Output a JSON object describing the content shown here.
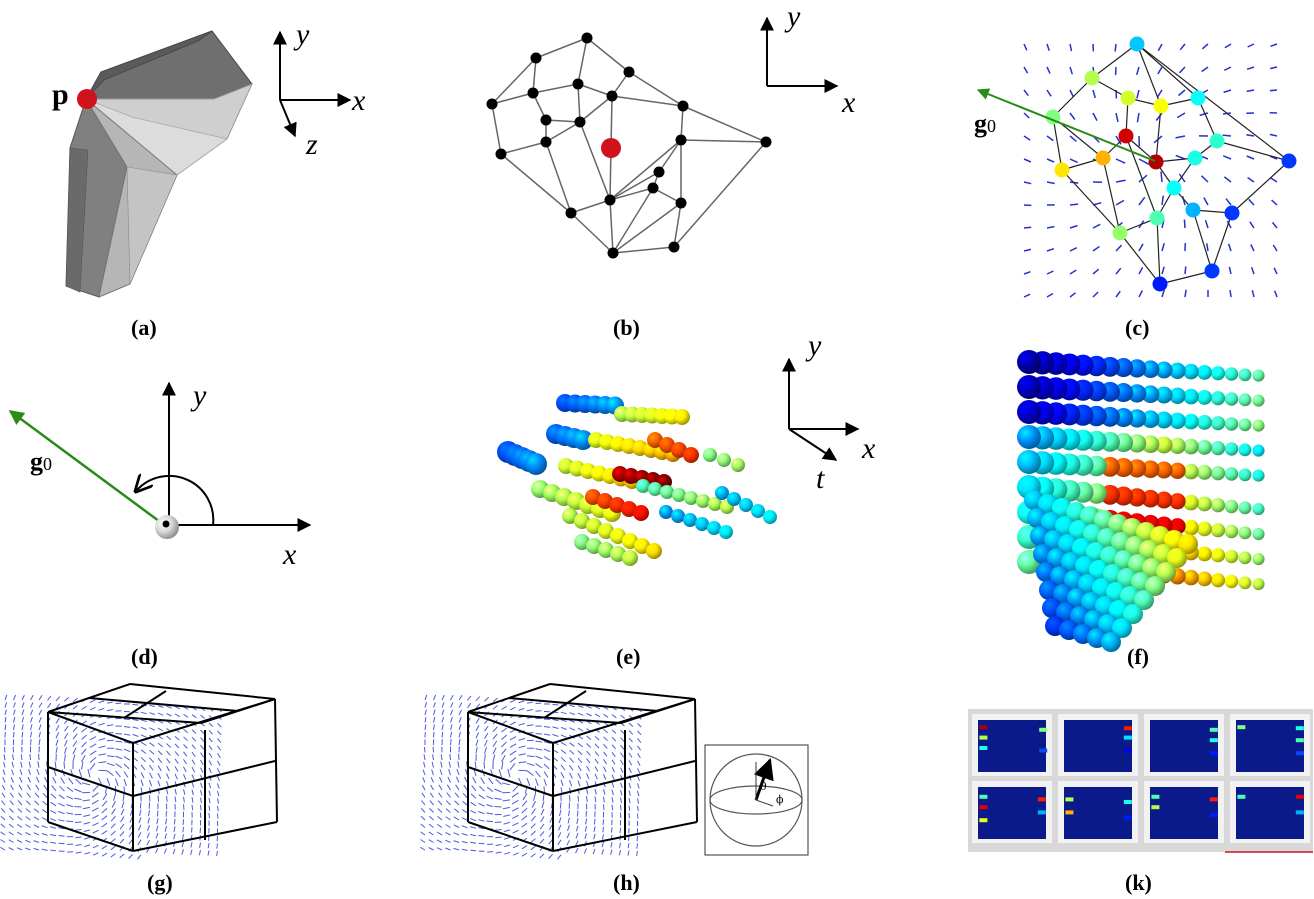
{
  "captions": [
    "(a)",
    "(b)",
    "(c)",
    "(d)",
    "(e)",
    "(f)",
    "(g)",
    "(h)",
    "(k)"
  ],
  "axes": {
    "a": {
      "x": "x",
      "y": "y",
      "z": "z"
    },
    "b": {
      "x": "x",
      "y": "y"
    },
    "d": {
      "x": "x",
      "y": "y"
    },
    "e": {
      "x": "x",
      "y": "y",
      "t": "t"
    }
  },
  "labels": {
    "point": "p",
    "vector_main": "g",
    "vector_sub": "0",
    "theta": "θ",
    "phi": "ϕ"
  },
  "colors": {
    "highlight": "#d0121b",
    "node": "#000000",
    "vector": "#2a8a1a",
    "field_arrow": "#2233cc",
    "cell_bg": "#0a1a8a"
  }
}
